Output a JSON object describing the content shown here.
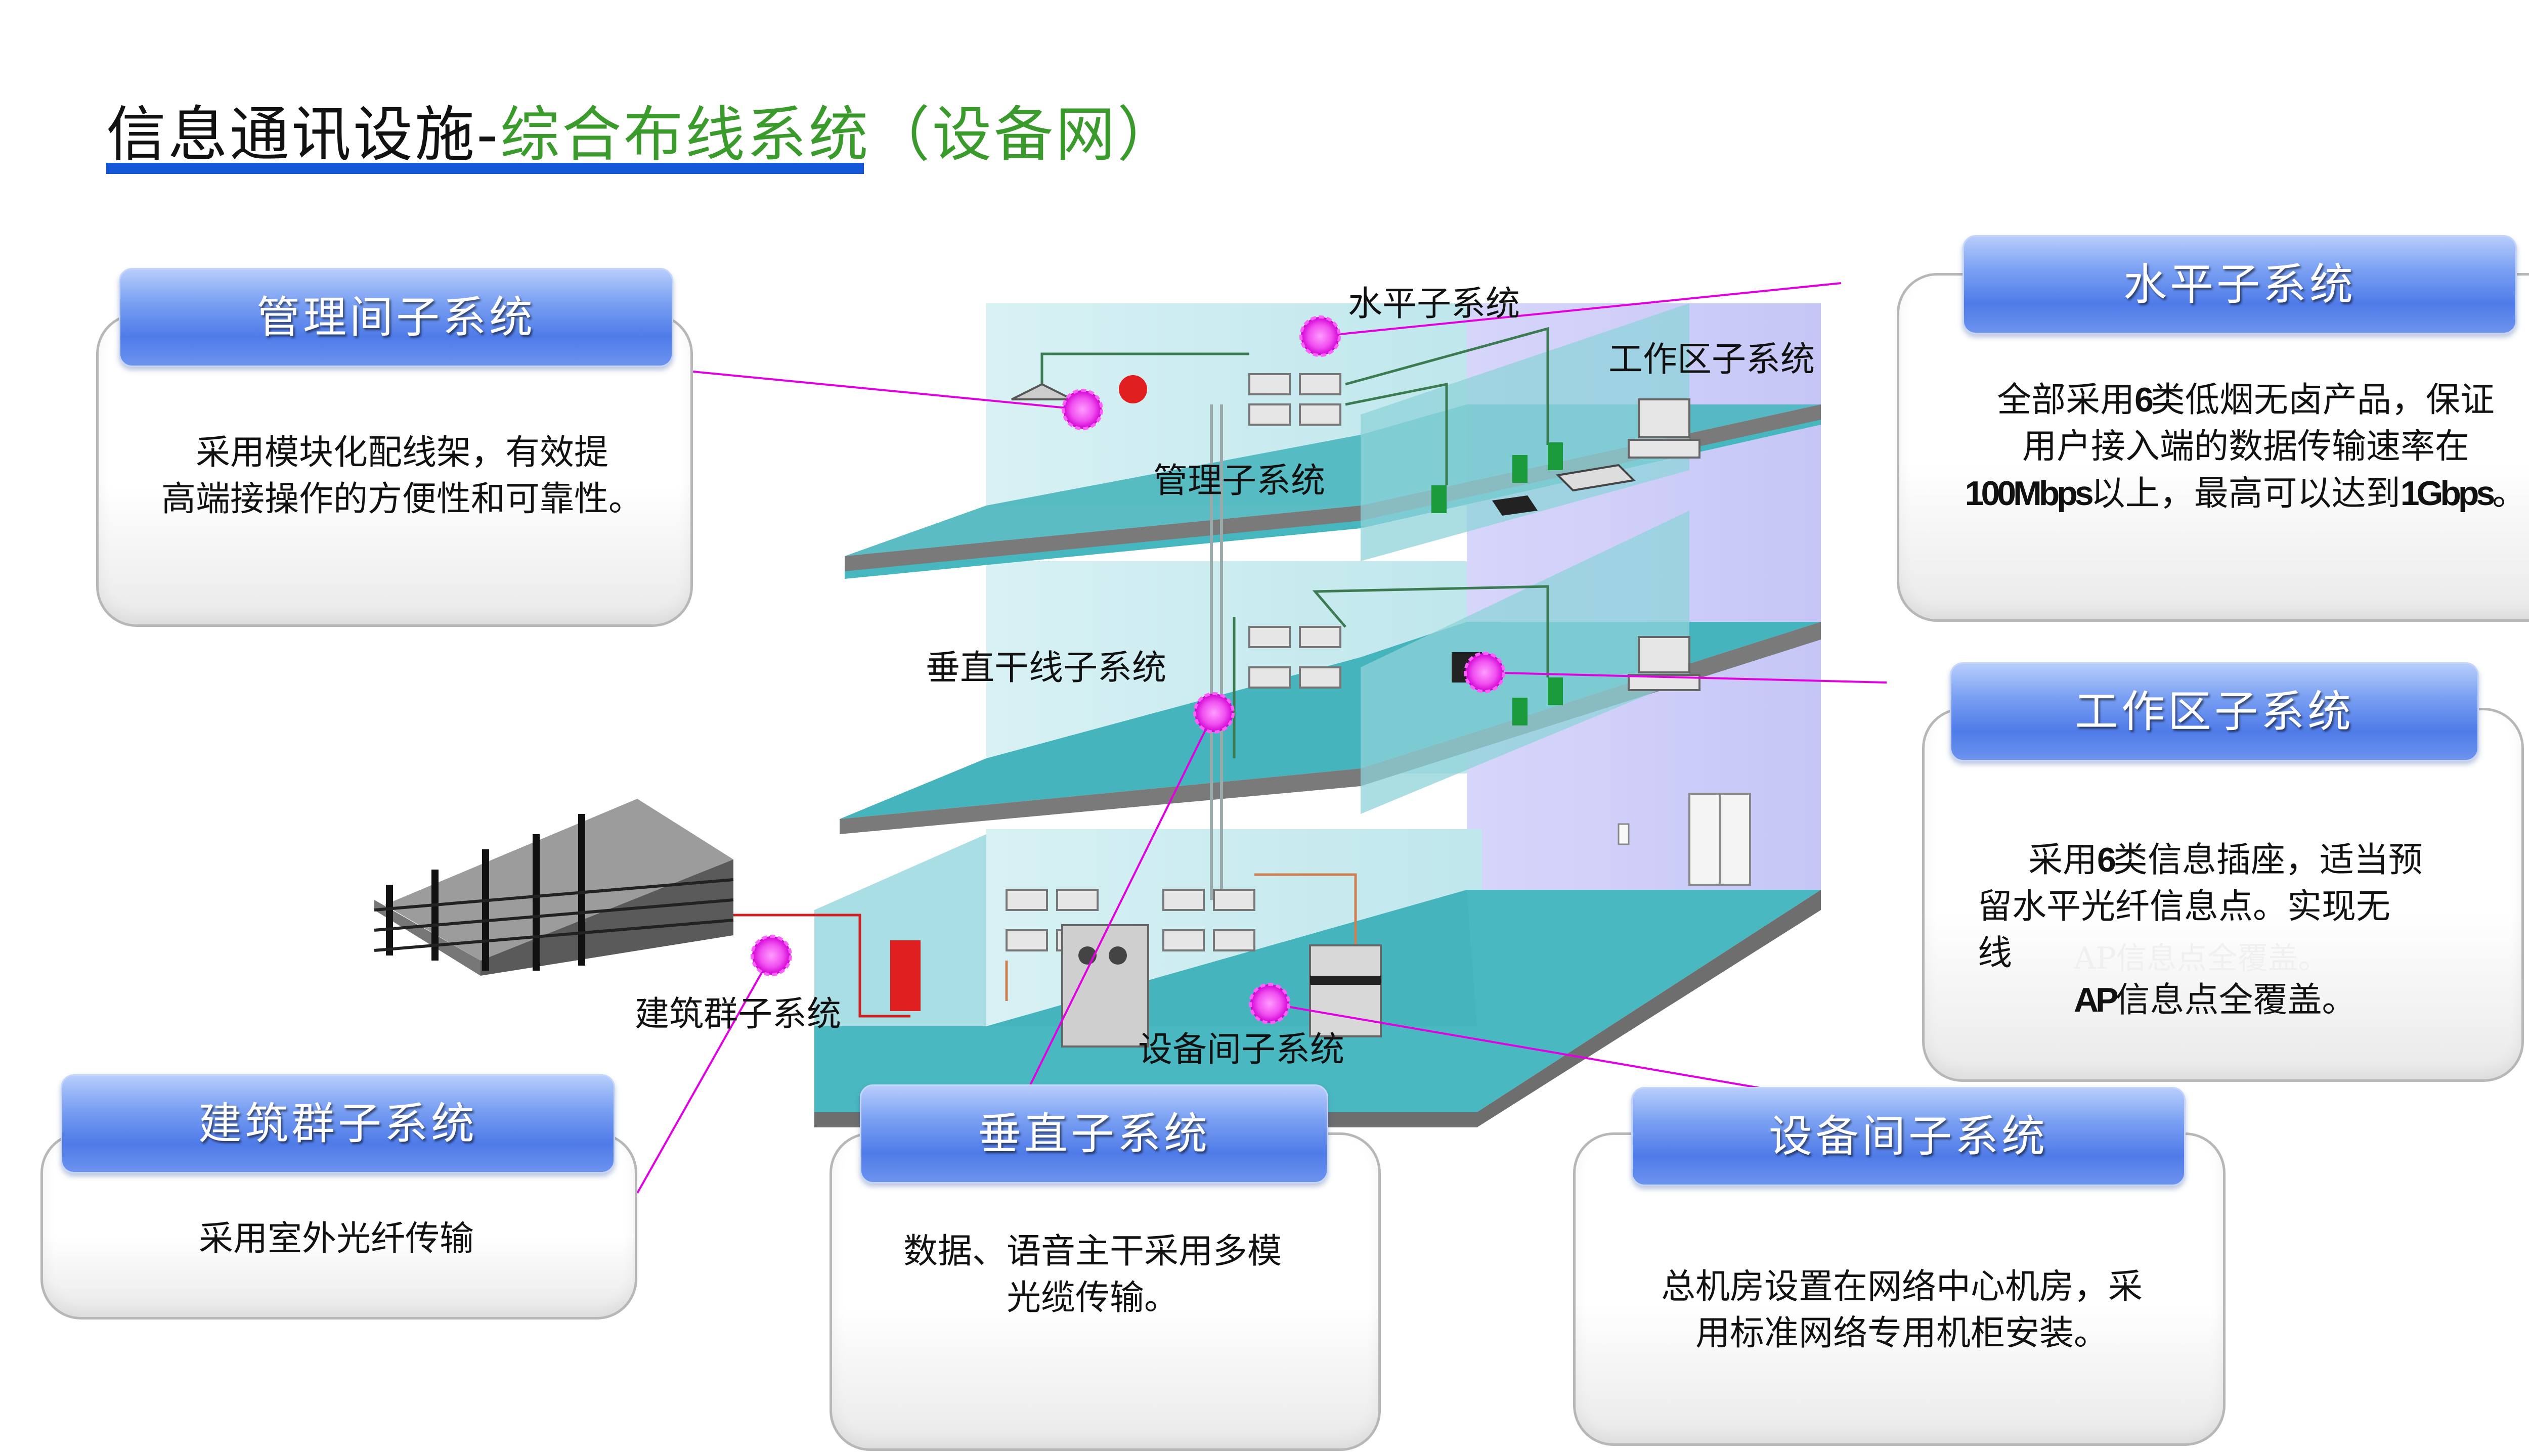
{
  "title": {
    "part1": "信息通讯设施-",
    "part2": "综合布线系统",
    "part3": "（设备网）"
  },
  "cards": {
    "management": {
      "title": "管理间子系统",
      "lines": [
        "采用模块化配线架，有效提",
        "高端接操作的方便性和可靠性。"
      ]
    },
    "horizontal": {
      "title": "水平子系统",
      "line1": "全部采用",
      "line1_num": "6",
      "line1_rest": "类低烟无卤产品，保证",
      "line2": "用户接入端的数据传输速率在",
      "line3_num": "100Mbps",
      "line3_mid": "以上，最高可以达到",
      "line3_num2": "1Gbps",
      "line3_end": "。"
    },
    "workarea": {
      "title": "工作区子系统",
      "line1": "采用",
      "line1_num": "6",
      "line1_rest": "类信息插座，适当预",
      "line2": "留水平光纤信息点。实现无",
      "line3": "线",
      "ghost": "AP信息点全覆盖。",
      "line4_num": "AP",
      "line4_rest": "信息点全覆盖。"
    },
    "campus": {
      "title": "建筑群子系统",
      "lines": [
        "采用室外光纤传输"
      ]
    },
    "vertical": {
      "title": "垂直子系统",
      "lines": [
        "数据、语音主干采用多模",
        "光缆传输。"
      ]
    },
    "equipment": {
      "title": "设备间子系统",
      "lines": [
        "总机房设置在网络中心机房，采",
        "用标准网络专用机柜安装。"
      ]
    }
  },
  "diagram_labels": {
    "horizontal": "水平子系统",
    "workarea": "工作区子系统",
    "management": "管理子系统",
    "backbone": "垂直干线子系统",
    "campus": "建筑群子系统",
    "equipment": "设备间子系统"
  },
  "colors": {
    "floor": "#4ab8c0",
    "wall": "#c9ebf0",
    "wall_dark": "#9ed9df",
    "connector": "#e000e0",
    "header_blue": "#5a86ec",
    "title_green": "#3a9a2c",
    "title_bar": "#1458d8"
  }
}
